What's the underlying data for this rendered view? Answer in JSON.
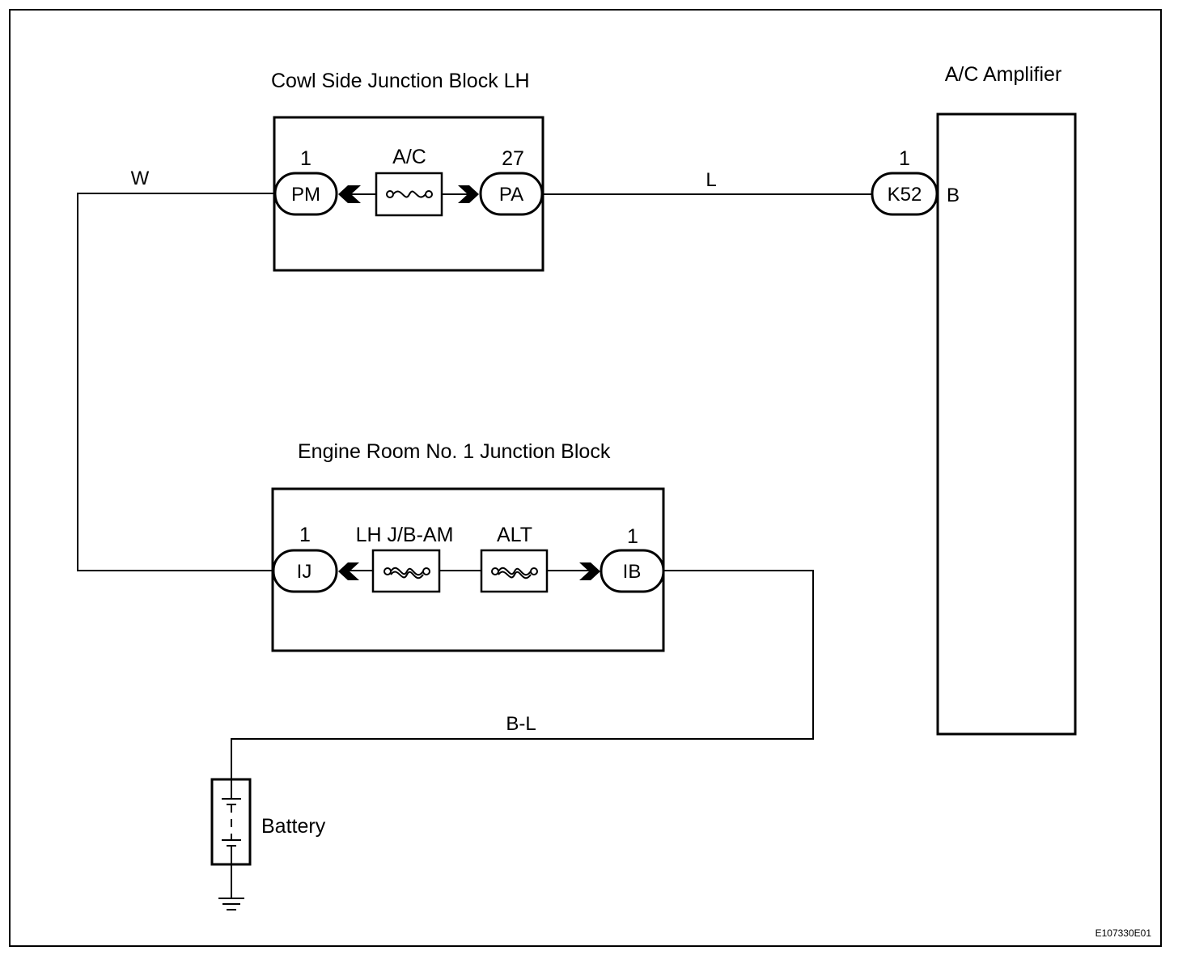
{
  "cowl_block": {
    "title": "Cowl Side Junction Block LH",
    "pin_left": "1",
    "conn_left": "PM",
    "fuse_label": "A/C",
    "pin_right": "27",
    "conn_right": "PA"
  },
  "engine_block": {
    "title": "Engine Room No. 1 Junction Block",
    "pin_left": "1",
    "conn_left": "IJ",
    "fuse1_label": "LH J/B-AM",
    "fuse2_label": "ALT",
    "pin_right": "1",
    "conn_right": "IB"
  },
  "amplifier": {
    "title": "A/C Amplifier",
    "pin": "1",
    "conn": "K52",
    "terminal": "B"
  },
  "wires": {
    "w_color": "W",
    "l_color": "L",
    "bl_color": "B-L"
  },
  "battery": {
    "label": "Battery"
  },
  "figure_code": "E107330E01"
}
